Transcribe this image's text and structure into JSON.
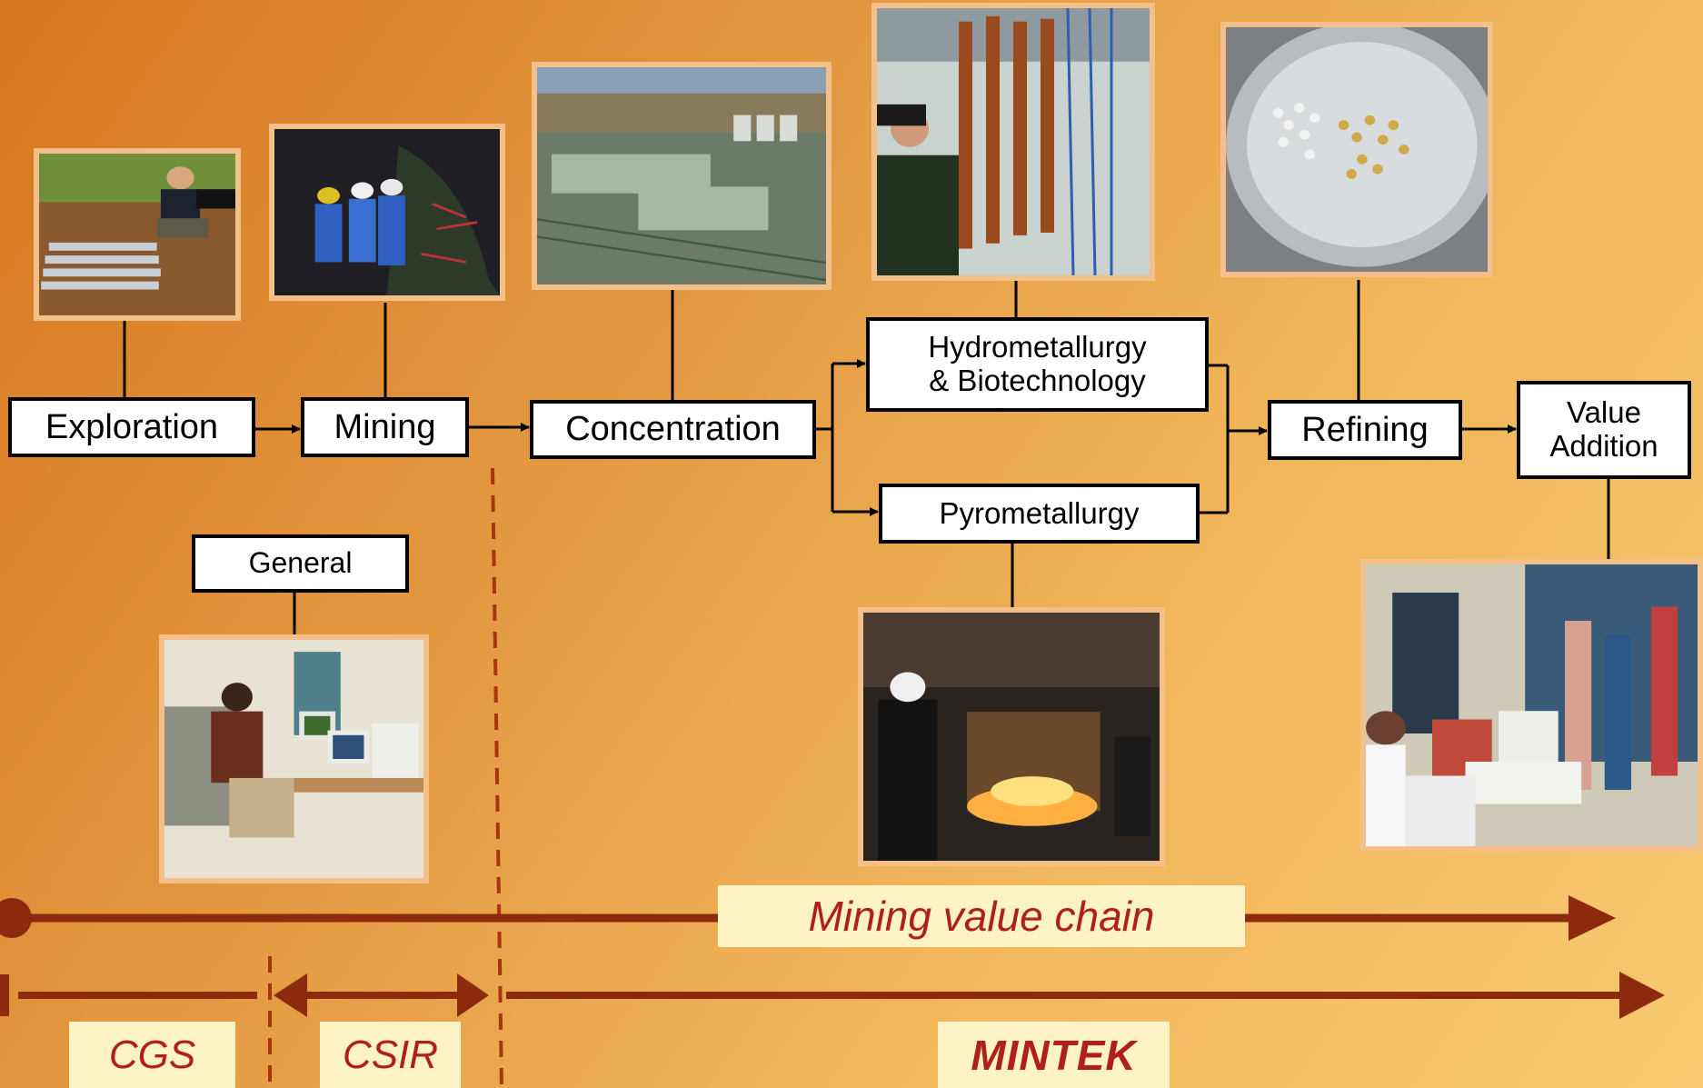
{
  "stages": {
    "exploration": "Exploration",
    "mining": "Mining",
    "concentration": "Concentration",
    "hydro_line1": "Hydrometallurgy",
    "hydro_line2": "& Biotechnology",
    "pyro": "Pyrometallurgy",
    "refining": "Refining",
    "value_line1": "Value",
    "value_line2": "Addition",
    "general": "General"
  },
  "bands": {
    "chain_label": "Mining value chain",
    "cgs": "CGS",
    "csir": "CSIR",
    "mintek": "MINTEK"
  },
  "colors": {
    "arrow_dark": "#8b2a0d",
    "label_red": "#b0201a",
    "label_bg": "#fdf3c4",
    "photo_border": "#f4c08a"
  }
}
